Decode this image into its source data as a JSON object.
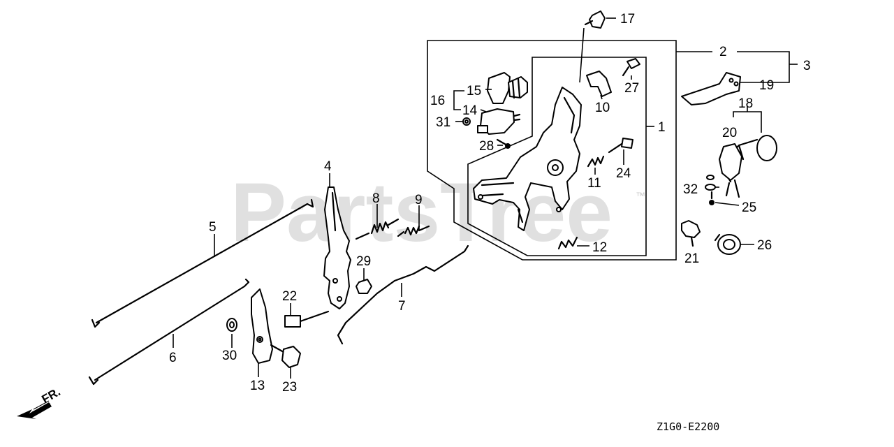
{
  "watermark": {
    "text": "PartsTree",
    "trademark": "™"
  },
  "diagram_code": "Z1G0-E2200",
  "direction_label": "FR.",
  "callouts": {
    "n1": "1",
    "n2": "2",
    "n3": "3",
    "n4": "4",
    "n5": "5",
    "n6": "6",
    "n7": "7",
    "n8": "8",
    "n9": "9",
    "n10": "10",
    "n11": "11",
    "n12": "12",
    "n13": "13",
    "n14": "14",
    "n15": "15",
    "n16": "16",
    "n17": "17",
    "n18": "18",
    "n19": "19",
    "n20": "20",
    "n21": "21",
    "n22": "22",
    "n23": "23",
    "n24": "24",
    "n25": "25",
    "n26": "26",
    "n27": "27",
    "n28": "28",
    "n29": "29",
    "n30": "30",
    "n31": "31",
    "n32": "32"
  }
}
